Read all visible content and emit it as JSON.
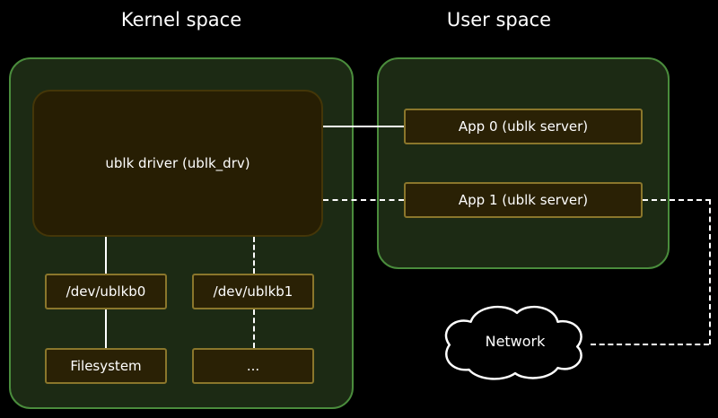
{
  "diagram": {
    "headers": {
      "kernel": "Kernel space",
      "user": "User space"
    },
    "kernel": {
      "driver": "ublk driver (ublk_drv)",
      "dev0": "/dev/ublkb0",
      "dev1": "/dev/ublkb1",
      "filesystem": "Filesystem",
      "more": "..."
    },
    "user": {
      "app0": "App 0 (ublk server)",
      "app1": "App 1 (ublk server)"
    },
    "network": "Network",
    "colors": {
      "background": "#000000",
      "space_fill": "#1c2a14",
      "space_border": "#4a8c3c",
      "driver_fill": "#271e03",
      "driver_border": "#443608",
      "box_fill": "#2a2105",
      "box_border": "#8a762b",
      "line": "#ffffff",
      "text": "#ffffff",
      "cloud_fill": "#000000",
      "cloud_border": "#ffffff"
    }
  }
}
